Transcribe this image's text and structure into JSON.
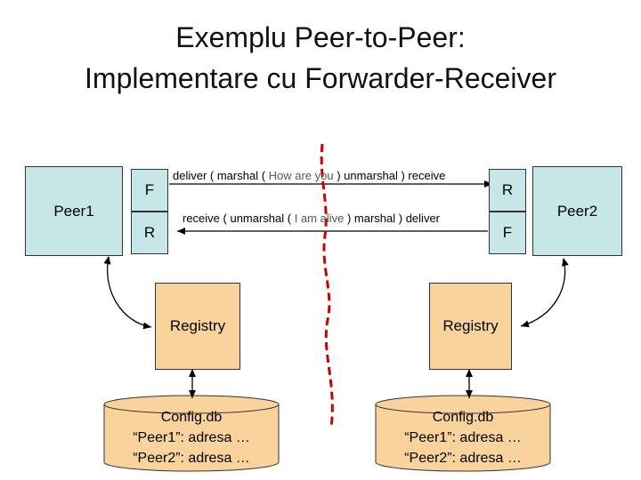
{
  "title": {
    "line1": "Exemplu Peer-to-Peer:",
    "line2": "Implementare cu Forwarder-Receiver"
  },
  "left": {
    "peer": "Peer1",
    "forwarder": "F",
    "receiver": "R",
    "registry": "Registry",
    "db": {
      "title": "Config.db",
      "line1": "“Peer1”: adresa …",
      "line2": "“Peer2”: adresa …"
    }
  },
  "right": {
    "peer": "Peer2",
    "receiver": "R",
    "forwarder": "F",
    "registry": "Registry",
    "db": {
      "title": "Config.db",
      "line1": "“Peer1”: adresa …",
      "line2": "“Peer2”: adresa …"
    }
  },
  "messages": {
    "top": {
      "prefix": "deliver ( marshal ( ",
      "payload": "How are you",
      "suffix": " ) unmarshal ) receive"
    },
    "bottom": {
      "prefix": "receive ( unmarshal ( ",
      "payload": "I am alive",
      "suffix": " ) marshal ) deliver"
    }
  },
  "colors": {
    "peer_fill": "#c6e6e8",
    "registry_fill": "#fad39c",
    "divider": "#cc0000"
  }
}
